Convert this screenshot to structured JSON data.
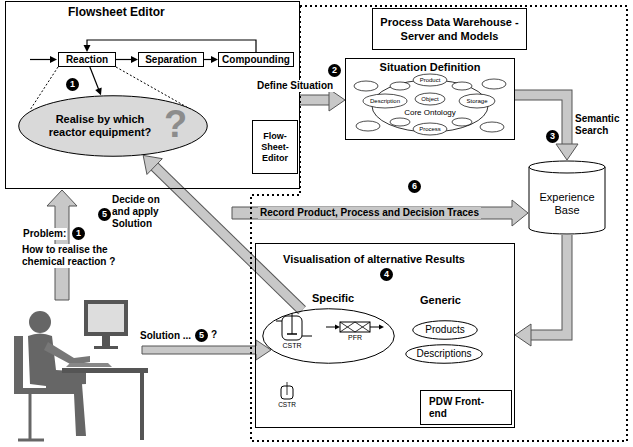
{
  "diagram": {
    "nodes": [
      {
        "text": [
          "Flowsheet Editor"
        ]
      },
      {
        "text": [
          "Reaction"
        ],
        "in": 0
      },
      {
        "text": [
          "Separation"
        ],
        "in": 0
      },
      {
        "text": [
          "Compounding"
        ],
        "in": 0
      },
      {
        "text": [
          "Realise by which reactor equipment?"
        ],
        "in": 0
      },
      {
        "text": [
          "Flow- Sheet- Editor"
        ],
        "in": 0
      },
      {
        "text": [
          "Process Data Warehouse - Server and Models"
        ]
      },
      {
        "text": [
          "Situation Definition"
        ],
        "in": 6
      },
      {
        "text": [
          "Experience Base"
        ],
        "in": 6
      },
      {
        "text": [
          "Visualisation of alternative Results"
        ],
        "in": 6
      },
      {
        "text": [
          "Specific"
        ],
        "in": 9
      },
      {
        "text": [
          "Products"
        ],
        "in": 9
      },
      {
        "text": [
          "Descriptions"
        ],
        "in": 9
      },
      {
        "text": [
          "PDW Front-end"
        ],
        "in": 9
      }
    ],
    "edges": [
      {
        "from": 1,
        "to": 2,
        "arrow": "to"
      },
      {
        "from": 2,
        "to": 3,
        "arrow": "to"
      },
      {
        "from": 3,
        "to": 1,
        "arrow": "to"
      },
      {
        "from": 1,
        "to": 4,
        "arrow": "to"
      },
      {
        "from": 0,
        "to": 7,
        "label": "Define Situation",
        "arrow": "to"
      },
      {
        "from": 7,
        "to": 8,
        "label": "Semantic Search",
        "arrow": "to"
      },
      {
        "from": 8,
        "to": 9,
        "arrow": "to"
      },
      {
        "from": 10,
        "to": 4,
        "label": "Decide on and apply Solution",
        "arrow": "to"
      }
    ],
    "labels": [
      "1",
      "?",
      "2",
      "Product",
      "Description",
      "Object",
      "Storage",
      "Core Ontology",
      "Process",
      "3",
      "6",
      "Record Product, Process and Decision Traces",
      "4",
      "Generic",
      "CSTR",
      "PFR",
      "CSTR",
      "Problem:",
      "1",
      "How to realise the chemical reaction ?",
      "5",
      "Solution ...",
      "5",
      "?"
    ]
  }
}
